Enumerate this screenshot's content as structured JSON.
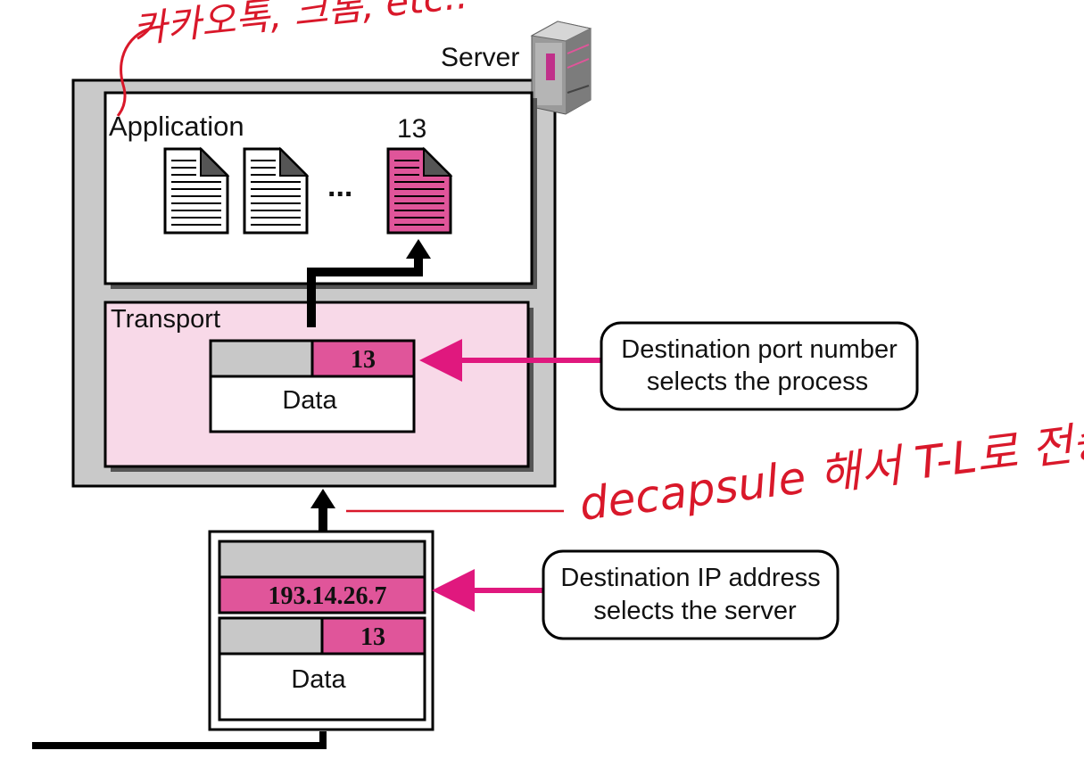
{
  "diagram": {
    "server_label": "Server",
    "application_label": "Application",
    "application_port": "13",
    "ellipsis": "...",
    "transport_label": "Transport",
    "transport_port": "13",
    "transport_data": "Data",
    "dest_port_callout": [
      "Destination port number",
      "selects the process"
    ],
    "packet_ip": "193.14.26.7",
    "packet_port": "13",
    "packet_data": "Data",
    "dest_ip_callout": [
      "Destination IP address",
      "selects the server"
    ]
  },
  "annotations": {
    "top_handwriting": "카카오톡, 크롬, etc..",
    "right_handwriting": "decapsule 해서 T-L로 전송"
  },
  "colors": {
    "magenta": "#e0559a",
    "light_pink": "#f8d9e8",
    "gray": "#c8c8c8",
    "ink_red": "#d9182a"
  }
}
